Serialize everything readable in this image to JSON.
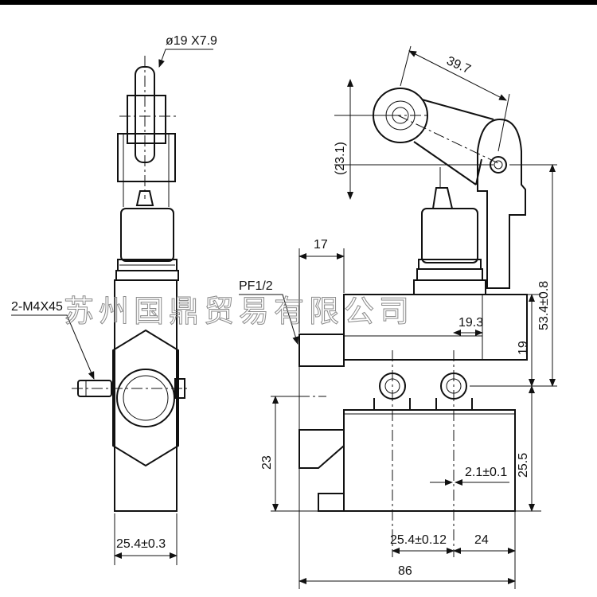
{
  "dimensions": {
    "roller": "ø19 X7.9",
    "bolt": "2-M4X45",
    "width_left": "25.4±0.3",
    "thread": "PF1/2",
    "conduit": "17",
    "arm": "39.7",
    "arm_height": "(23.1)",
    "total_height": "53.4±0.8",
    "plunger_offset": "19.3",
    "body_top": "19",
    "body_lower": "25.5",
    "mount_height": "23",
    "hole_dia": "2.1±0.1",
    "hole_pitch": "25.4±0.12",
    "hole_edge": "24",
    "total_length": "86"
  },
  "watermark": "苏州国鼎贸易有限公司",
  "colors": {
    "line": "#111111",
    "watermark": "#8a8a8a",
    "background": "#ffffff",
    "top_bar": "#000000"
  }
}
